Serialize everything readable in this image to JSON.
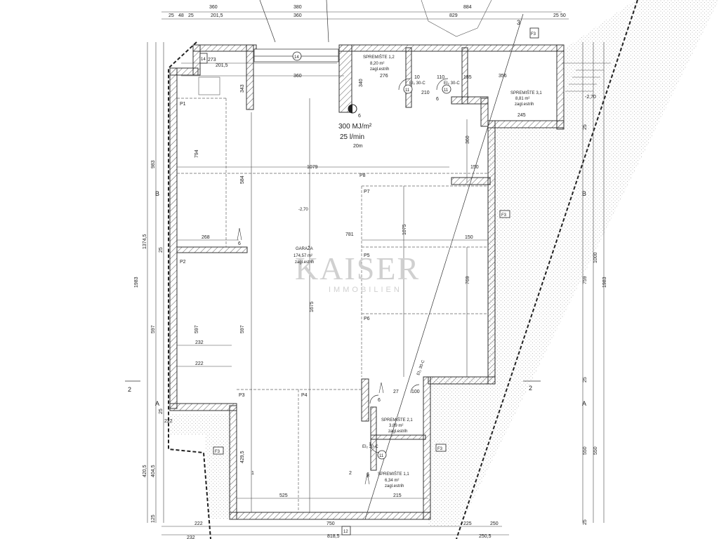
{
  "top_dims_row1": [
    "360",
    "380",
    "884"
  ],
  "top_dims_row2": [
    "25",
    "48",
    "25",
    "201,5",
    "360",
    "829",
    "25",
    "50"
  ],
  "left_dims": [
    "983",
    "1374,5",
    "25",
    "1983",
    "597",
    "25",
    "222",
    "420,5",
    "404,5",
    "125"
  ],
  "right_dims": [
    "1000",
    "1983",
    "759",
    "550",
    "550",
    "25",
    "25",
    "25"
  ],
  "bottom_dims_row1": [
    "222",
    "750",
    "225",
    "250"
  ],
  "bottom_dims_row2": [
    "232",
    "818,5",
    "250,5"
  ],
  "inner_dims": [
    "273",
    "201,5",
    "360",
    "276",
    "356",
    "245",
    "1079",
    "150",
    "268",
    "781",
    "150",
    "232",
    "222",
    "525",
    "215",
    "597",
    "597",
    "794",
    "584",
    "1675",
    "1075",
    "769",
    "429,5",
    "360",
    "343",
    "340",
    "100",
    "27",
    "110",
    "185",
    "210",
    "10"
  ],
  "fire_load": {
    "line1": "300 MJ/m²",
    "line2": "25 l/min",
    "line3": "20m"
  },
  "level_marks": [
    "-2,70",
    "-2,70"
  ],
  "rooms": [
    {
      "title": "SPREMIŠTE 1,2",
      "area": "8,20 m²",
      "floor": "zagl.estrih"
    },
    {
      "title": "SPREMIŠTE 3,1",
      "area": "8,81 m²",
      "floor": "zagl.estrih"
    },
    {
      "title": "GARAŽA",
      "area": "174,57 m²",
      "floor": "zagl.estrih"
    },
    {
      "title": "SPREMIŠTE 2,1",
      "area": "3,89 m²",
      "floor": "zagl.estrih"
    },
    {
      "title": "SPREMIŠTE 1,1",
      "area": "6,34 m²",
      "floor": "zagl.estrih"
    }
  ],
  "parking": [
    "P1",
    "P2",
    "P3",
    "P4",
    "P5",
    "P6",
    "P7",
    "P8"
  ],
  "door_tags": [
    "EI₂ 30-C",
    "EI₂ 30-C",
    "EI₂ 30-C",
    "EI₂ 30-C",
    "11",
    "11",
    "11",
    "6",
    "6",
    "6",
    "6",
    "6",
    "3",
    "2",
    "1",
    "14"
  ],
  "fire_boxes": [
    "F3",
    "F3",
    "F3",
    "F3"
  ],
  "axis_marks": [
    "B",
    "B",
    "A",
    "A",
    "2",
    "2",
    "3",
    "14",
    "12"
  ],
  "watermark": {
    "line1": "KAISER",
    "line2": "IMMOBILIEN"
  }
}
